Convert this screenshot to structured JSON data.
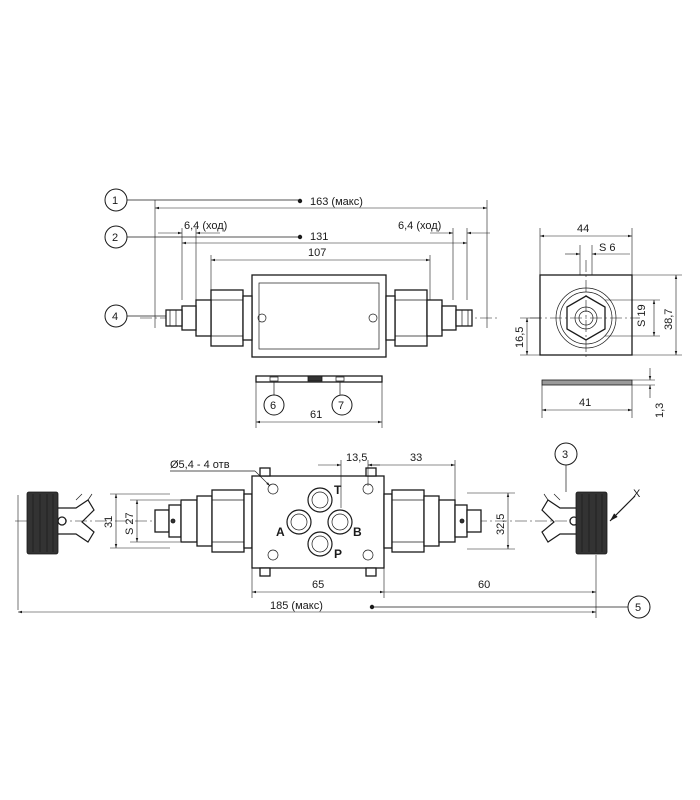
{
  "colors": {
    "line": "#1a1a1a",
    "background": "#ffffff",
    "knob": "#333333"
  },
  "dimensions": {
    "overall_max": "163 (макс)",
    "stroke_left": "6,4 (ход)",
    "stroke_right": "6,4 (ход)",
    "length_131": "131",
    "length_107": "107",
    "side_width": "44",
    "side_hex": "S 6",
    "side_hex19": "S 19",
    "side_height": "38,7",
    "side_offset": "16,5",
    "base_width": "41",
    "base_thickness": "1,3",
    "plate_width": "61",
    "holes": "Ø5,4 - 4 отв",
    "port_offset": "13,5",
    "port_spacing": "33",
    "height_31": "31",
    "hex_27": "S 27",
    "height_325": "32,5",
    "body_65": "65",
    "knob_60": "60",
    "overall_185": "185 (макс)",
    "view_label": "X"
  },
  "ports": {
    "a": "A",
    "b": "B",
    "p": "P",
    "t": "T"
  },
  "callouts": [
    "1",
    "2",
    "3",
    "4",
    "5",
    "6",
    "7"
  ]
}
